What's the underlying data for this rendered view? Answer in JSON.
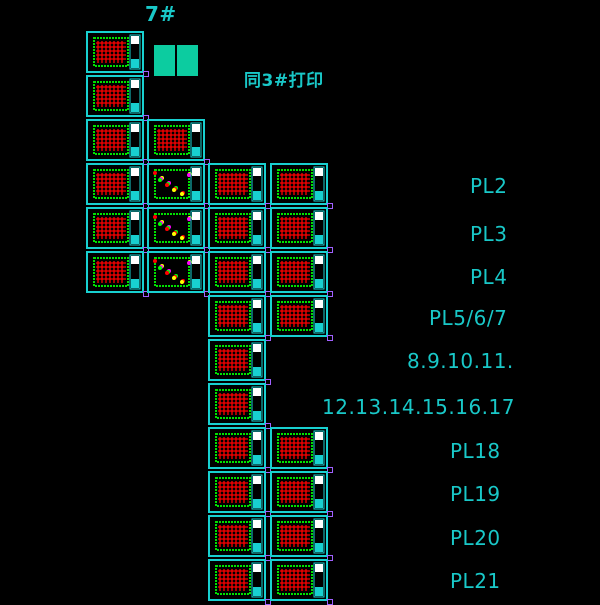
{
  "building_label": "7#",
  "note": "同3#打印",
  "row_labels": [
    "PL2",
    "PL3",
    "PL4",
    "PL5/6/7",
    "8.9.10.11.",
    "12.13.14.15.16.17",
    "PL18",
    "PL19",
    "PL20",
    "PL21"
  ],
  "colors": {
    "frame": "#18d0d0",
    "grid": "#ff0000",
    "walls": "#00e000",
    "text": "#19c8c8"
  }
}
